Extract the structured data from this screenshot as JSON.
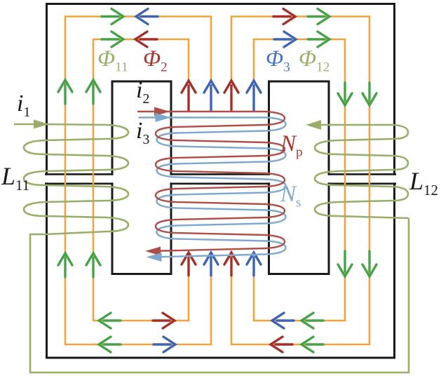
{
  "figure": {
    "description": "Gapped three-leg magnetic core with integrated windings and flux paths"
  },
  "labels": {
    "i1": {
      "main": "i",
      "sub": "1"
    },
    "i2": {
      "main": "i",
      "sub": "2"
    },
    "i3": {
      "main": "i",
      "sub": "3"
    },
    "L11": {
      "main": "L",
      "sub": "11"
    },
    "L12": {
      "main": "L",
      "sub": "12"
    },
    "phi11": {
      "main": "Φ",
      "sub": "11"
    },
    "phi2": {
      "main": "Φ",
      "sub": "2"
    },
    "phi3": {
      "main": "Φ",
      "sub": "3"
    },
    "phi12": {
      "main": "Φ",
      "sub": "12"
    },
    "Np": {
      "main": "N",
      "sub": "p"
    },
    "Ns": {
      "main": "N",
      "sub": "s"
    }
  },
  "colors": {
    "background": "#ffffff",
    "core": "#1a1a1a",
    "flux_track": "#F0A43C",
    "flux_green": "#46A246",
    "flux_red": "#A52F28",
    "flux_blue": "#3E63B2",
    "winding_olive": "#9AAE69",
    "winding_red": "#AE4F47",
    "winding_blue": "#7FA8CE",
    "label_olive": "#9CB06E",
    "label_red": "#A63931",
    "label_blue": "#4D74C4",
    "text": "#1a1a1a"
  }
}
